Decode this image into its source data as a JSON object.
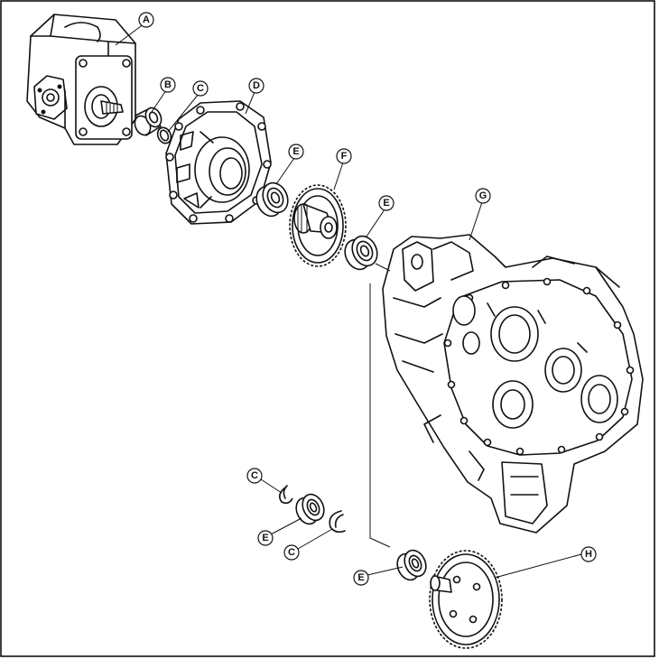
{
  "callouts": {
    "A": "A",
    "B": "B",
    "C1": "C",
    "D": "D",
    "E1": "E",
    "F": "F",
    "E2": "E",
    "G": "G",
    "C2": "C",
    "E3": "E",
    "C3": "C",
    "E4": "E",
    "H": "H"
  },
  "colors": {
    "line": "#111111",
    "background": "#ffffff",
    "frame": "#000000"
  }
}
